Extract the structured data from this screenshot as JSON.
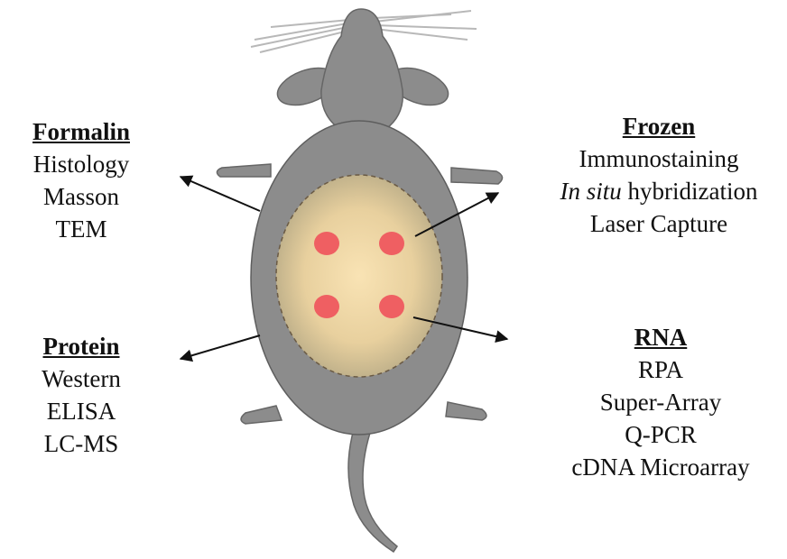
{
  "blocks": {
    "formalin": {
      "title": "Formalin",
      "items": [
        "Histology",
        "Masson",
        "TEM"
      ]
    },
    "frozen": {
      "title": "Frozen",
      "items": [
        "Immunostaining",
        "hybridization",
        "Laser Capture"
      ],
      "italic_prefix": "In situ"
    },
    "protein": {
      "title": "Protein",
      "items": [
        "Western",
        "ELISA",
        "LC-MS"
      ]
    },
    "rna": {
      "title": "RNA",
      "items": [
        "RPA",
        "Super-Array",
        "Q-PCR",
        "cDNA Microarray"
      ]
    }
  },
  "colors": {
    "mouse_body": "#8c8c8c",
    "mouse_outline": "#5a5a5a",
    "tissue_center": "#f7dfae",
    "tissue_edge": "#b8aa84",
    "spot": "#ef5f62",
    "whisker": "#b5b5b5",
    "arrow": "#111111"
  }
}
